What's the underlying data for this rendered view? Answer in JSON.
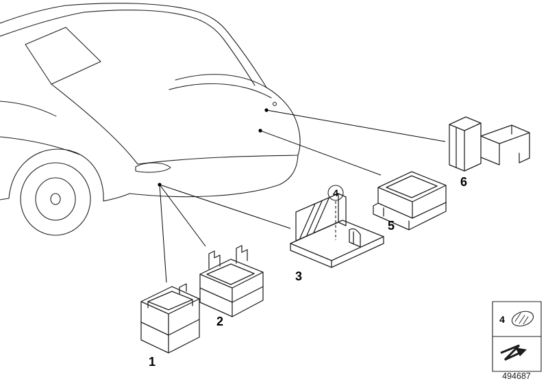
{
  "diagram": {
    "number": "494687"
  },
  "callouts": {
    "part1": "1",
    "part2": "2",
    "part3": "3",
    "part4": "4",
    "part5": "5",
    "part6": "6"
  },
  "legend": {
    "item_label": "4",
    "icons": {
      "fastener": "key-oval-icon",
      "reference": "zigzag-arrow-icon"
    }
  },
  "colors": {
    "line": "#1c1c1c",
    "background": "#ffffff",
    "label": "#000000",
    "muted": "#222222"
  }
}
